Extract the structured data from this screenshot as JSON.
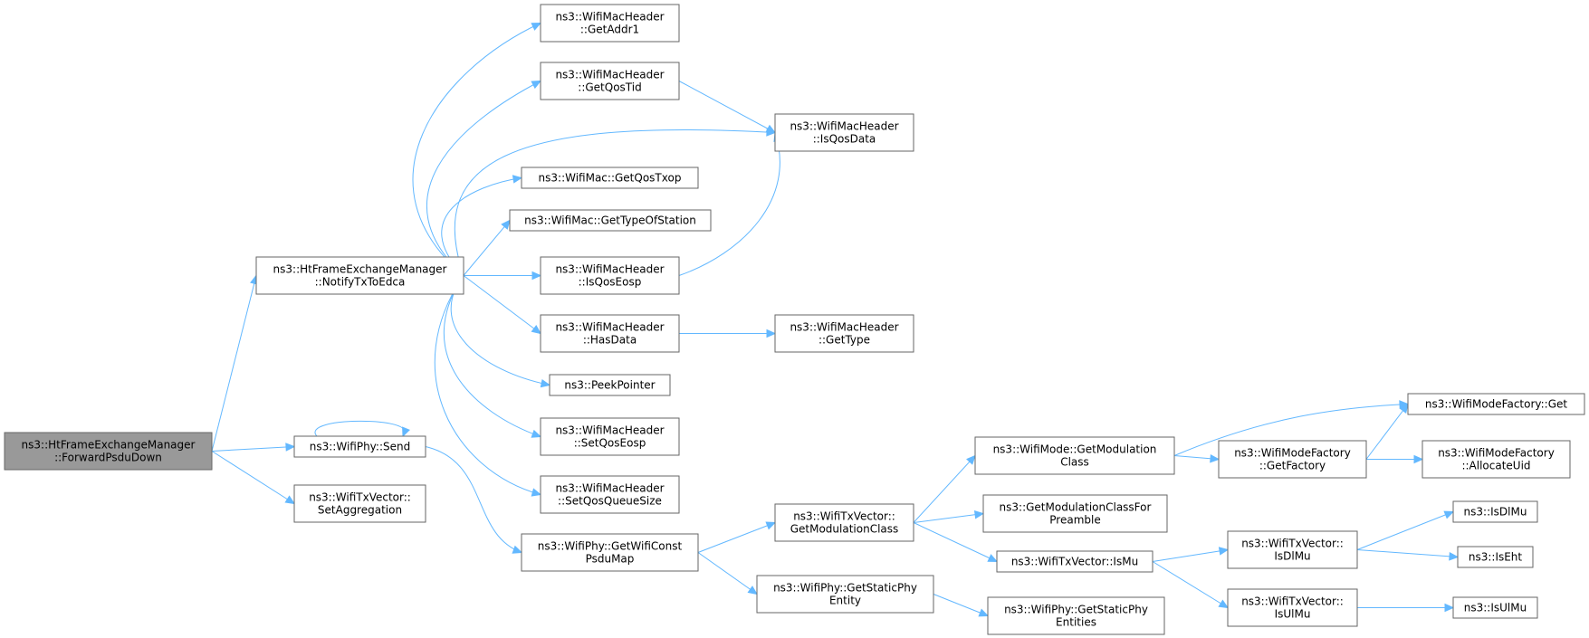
{
  "diagram": {
    "colors": {
      "edge": "#63b8ff",
      "node_border": "#666666",
      "root_fill": "#999999",
      "node_fill": "#ffffff"
    },
    "nodes": [
      {
        "id": "forward",
        "lines": [
          "ns3::HtFrameExchangeManager",
          "::ForwardPsduDown"
        ],
        "root": true
      },
      {
        "id": "notify",
        "lines": [
          "ns3::HtFrameExchangeManager",
          "::NotifyTxToEdca"
        ]
      },
      {
        "id": "send",
        "lines": [
          "ns3::WifiPhy::Send"
        ]
      },
      {
        "id": "setagg",
        "lines": [
          "ns3::WifiTxVector::",
          "SetAggregation"
        ]
      },
      {
        "id": "getaddr1",
        "lines": [
          "ns3::WifiMacHeader",
          "::GetAddr1"
        ]
      },
      {
        "id": "getqostid",
        "lines": [
          "ns3::WifiMacHeader",
          "::GetQosTid"
        ]
      },
      {
        "id": "isqosdata",
        "lines": [
          "ns3::WifiMacHeader",
          "::IsQosData"
        ]
      },
      {
        "id": "getqostxop",
        "lines": [
          "ns3::WifiMac::GetQosTxop"
        ]
      },
      {
        "id": "gettypeofstation",
        "lines": [
          "ns3::WifiMac::GetTypeOfStation"
        ]
      },
      {
        "id": "isqoseosp",
        "lines": [
          "ns3::WifiMacHeader",
          "::IsQosEosp"
        ]
      },
      {
        "id": "hasdata",
        "lines": [
          "ns3::WifiMacHeader",
          "::HasData"
        ]
      },
      {
        "id": "gettype",
        "lines": [
          "ns3::WifiMacHeader",
          "::GetType"
        ]
      },
      {
        "id": "peekpointer",
        "lines": [
          "ns3::PeekPointer"
        ]
      },
      {
        "id": "setqoseosp",
        "lines": [
          "ns3::WifiMacHeader",
          "::SetQosEosp"
        ]
      },
      {
        "id": "setqosqueuesize",
        "lines": [
          "ns3::WifiMacHeader",
          "::SetQosQueueSize"
        ]
      },
      {
        "id": "getwificonstpsdumap",
        "lines": [
          "ns3::WifiPhy::GetWifiConst",
          "PsduMap"
        ]
      },
      {
        "id": "txvec_getmodclass",
        "lines": [
          "ns3::WifiTxVector::",
          "GetModulationClass"
        ]
      },
      {
        "id": "getstaticphyentity",
        "lines": [
          "ns3::WifiPhy::GetStaticPhy",
          "Entity"
        ]
      },
      {
        "id": "getstaticphyentities",
        "lines": [
          "ns3::WifiPhy::GetStaticPhy",
          "Entities"
        ]
      },
      {
        "id": "mode_getmodclass",
        "lines": [
          "ns3::WifiMode::GetModulation",
          "Class"
        ]
      },
      {
        "id": "getmodclassforpreamble",
        "lines": [
          "ns3::GetModulationClassFor",
          "Preamble"
        ]
      },
      {
        "id": "ismu",
        "lines": [
          "ns3::WifiTxVector::IsMu"
        ]
      },
      {
        "id": "factory_get",
        "lines": [
          "ns3::WifiModeFactory::Get"
        ]
      },
      {
        "id": "getfactory",
        "lines": [
          "ns3::WifiModeFactory",
          "::GetFactory"
        ]
      },
      {
        "id": "allocateuid",
        "lines": [
          "ns3::WifiModeFactory",
          "::AllocateUid"
        ]
      },
      {
        "id": "txvec_isdlmu",
        "lines": [
          "ns3::WifiTxVector::",
          "IsDlMu"
        ]
      },
      {
        "id": "txvec_isulmu",
        "lines": [
          "ns3::WifiTxVector::",
          "IsUlMu"
        ]
      },
      {
        "id": "isdlmu",
        "lines": [
          "ns3::IsDlMu"
        ]
      },
      {
        "id": "iseht",
        "lines": [
          "ns3::IsEht"
        ]
      },
      {
        "id": "isulmu",
        "lines": [
          "ns3::IsUlMu"
        ]
      }
    ],
    "edges": [
      [
        "forward",
        "notify"
      ],
      [
        "forward",
        "send"
      ],
      [
        "forward",
        "setagg"
      ],
      [
        "notify",
        "getaddr1"
      ],
      [
        "notify",
        "getqostid"
      ],
      [
        "notify",
        "isqosdata"
      ],
      [
        "notify",
        "getqostxop"
      ],
      [
        "notify",
        "gettypeofstation"
      ],
      [
        "notify",
        "isqoseosp"
      ],
      [
        "notify",
        "hasdata"
      ],
      [
        "notify",
        "peekpointer"
      ],
      [
        "notify",
        "setqoseosp"
      ],
      [
        "notify",
        "setqosqueuesize"
      ],
      [
        "getqostid",
        "isqosdata"
      ],
      [
        "isqoseosp",
        "isqosdata"
      ],
      [
        "hasdata",
        "gettype"
      ],
      [
        "send",
        "send"
      ],
      [
        "send",
        "getwificonstpsdumap"
      ],
      [
        "getwificonstpsdumap",
        "txvec_getmodclass"
      ],
      [
        "getwificonstpsdumap",
        "getstaticphyentity"
      ],
      [
        "getstaticphyentity",
        "getstaticphyentities"
      ],
      [
        "txvec_getmodclass",
        "mode_getmodclass"
      ],
      [
        "txvec_getmodclass",
        "getmodclassforpreamble"
      ],
      [
        "txvec_getmodclass",
        "ismu"
      ],
      [
        "mode_getmodclass",
        "factory_get"
      ],
      [
        "mode_getmodclass",
        "getfactory"
      ],
      [
        "getfactory",
        "factory_get"
      ],
      [
        "getfactory",
        "allocateuid"
      ],
      [
        "ismu",
        "txvec_isdlmu"
      ],
      [
        "ismu",
        "txvec_isulmu"
      ],
      [
        "txvec_isdlmu",
        "isdlmu"
      ],
      [
        "txvec_isdlmu",
        "iseht"
      ],
      [
        "txvec_isulmu",
        "isulmu"
      ]
    ]
  }
}
